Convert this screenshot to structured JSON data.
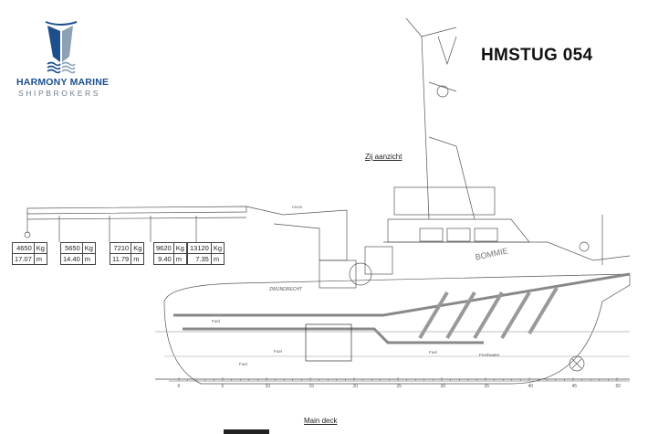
{
  "logo": {
    "line1": "HARMONY MARINE",
    "line2": "SHIPBROKERS",
    "colors": {
      "dark": "#1d4f8c",
      "light": "#8ea0b4"
    }
  },
  "title": "HMSTUG 054",
  "drawing": {
    "side_view_label": "Zij aanzicht",
    "plan_label": "Main deck",
    "crane_label": "FASSI",
    "hull_name": "BOMMIE",
    "deck_text": "ZWIJNDRECHT",
    "tank_labels": [
      "Fuel",
      "Fuel",
      "Fuel",
      "Fuel",
      "Freshwater"
    ],
    "ruler_ticks": [
      "0",
      "5",
      "10",
      "15",
      "20",
      "25",
      "30",
      "35",
      "40",
      "45",
      "50"
    ]
  },
  "crane_loads": [
    {
      "kg": "4650",
      "m": "17.07"
    },
    {
      "kg": "5650",
      "m": "14.40"
    },
    {
      "kg": "7210",
      "m": "11.79"
    },
    {
      "kg": "9620",
      "m": "9.40"
    },
    {
      "kg": "13120",
      "m": "7.35"
    }
  ],
  "units": {
    "kg": "Kg",
    "m": "m"
  }
}
